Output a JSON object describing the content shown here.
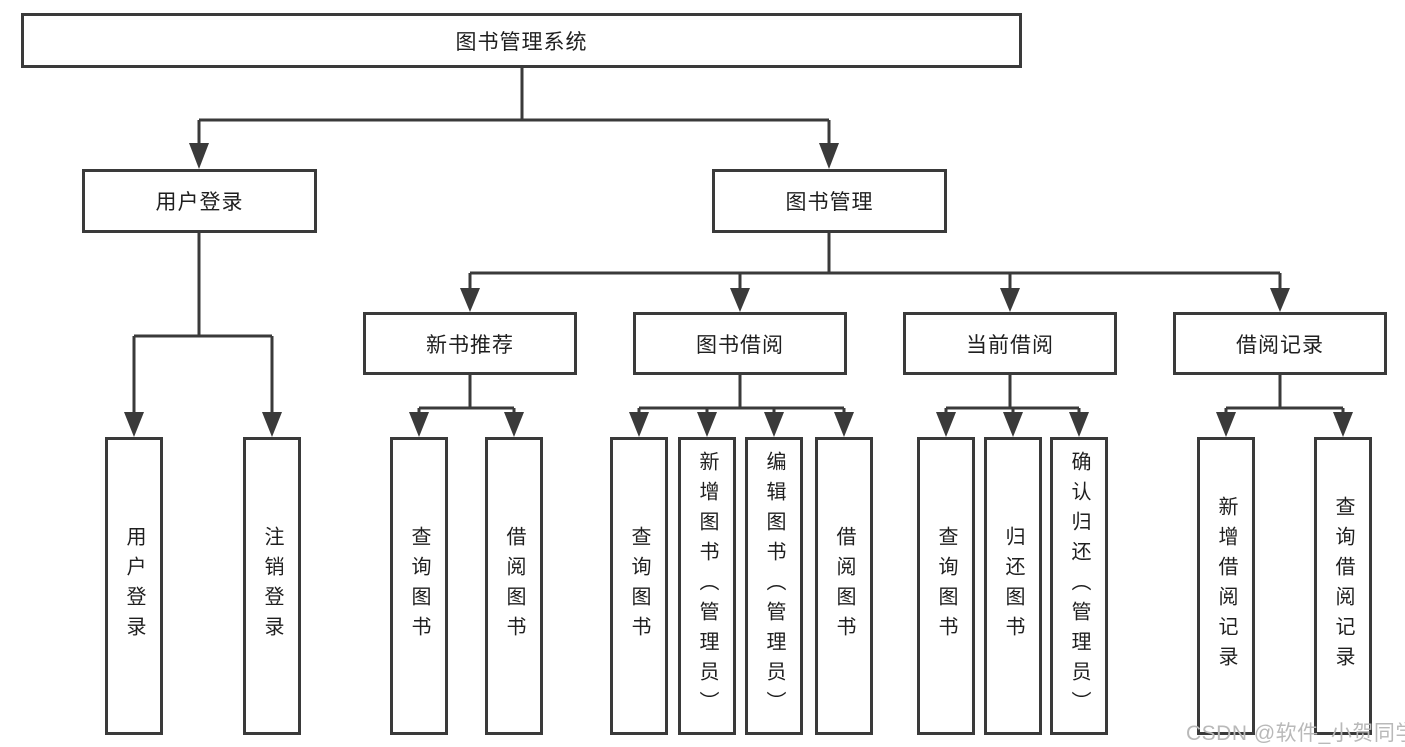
{
  "diagram": {
    "root": {
      "label": "图书管理系统"
    },
    "branches": [
      {
        "label": "用户登录",
        "children": [
          {
            "label": "用户登录"
          },
          {
            "label": "注销登录"
          }
        ]
      },
      {
        "label": "图书管理",
        "children": [
          {
            "label": "新书推荐",
            "children": [
              {
                "label": "查询图书"
              },
              {
                "label": "借阅图书"
              }
            ]
          },
          {
            "label": "图书借阅",
            "children": [
              {
                "label": "查询图书"
              },
              {
                "label": "新增图书（管理员）"
              },
              {
                "label": "编辑图书（管理员）"
              },
              {
                "label": "借阅图书"
              }
            ]
          },
          {
            "label": "当前借阅",
            "children": [
              {
                "label": "查询图书"
              },
              {
                "label": "归还图书"
              },
              {
                "label": "确认归还（管理员）"
              }
            ]
          },
          {
            "label": "借阅记录",
            "children": [
              {
                "label": "新增借阅记录"
              },
              {
                "label": "查询借阅记录"
              }
            ]
          }
        ]
      }
    ]
  },
  "watermark": {
    "text": "CSDN @软件_小贺同学"
  },
  "colors": {
    "line": "#3a3a3a",
    "text": "#1f1f1f",
    "watermark_text": "#b9b9b9",
    "background": "#ffffff"
  }
}
